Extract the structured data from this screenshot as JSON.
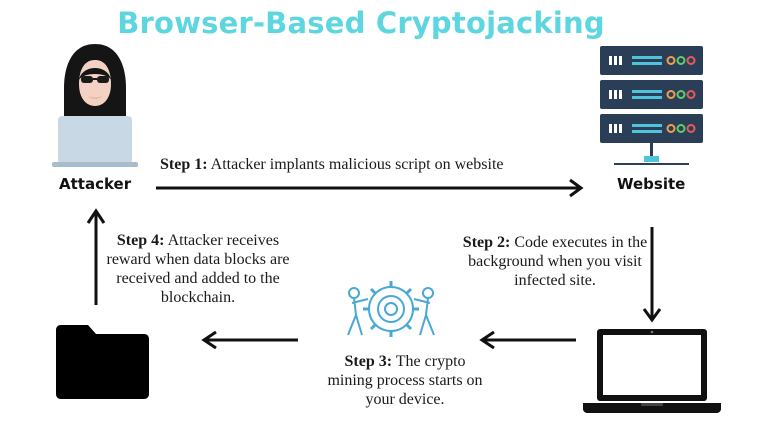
{
  "title": "Browser-Based Cryptojacking",
  "nodes": {
    "attacker": {
      "label": "Attacker",
      "icon": "hooded-hacker-icon"
    },
    "website": {
      "label": "Website",
      "icon": "server-rack-icon"
    },
    "device": {
      "icon": "laptop-icon"
    },
    "mining": {
      "icon": "gear-teamwork-icon"
    },
    "folder": {
      "icon": "folder-icon"
    }
  },
  "steps": [
    {
      "id": "step-1",
      "label": "Step 1:",
      "text": " Attacker implants malicious script on website"
    },
    {
      "id": "step-2",
      "label": "Step 2:",
      "text": " Code executes in the background when you visit infected site."
    },
    {
      "id": "step-3",
      "label": "Step 3:",
      "text": " The crypto mining process starts on your device."
    },
    {
      "id": "step-4",
      "label": "Step 4:",
      "text": " Attacker receives reward when data blocks are received and added to the blockchain."
    }
  ],
  "colors": {
    "title": "#5ed6e0",
    "server": "#2b3e57",
    "server_line": "#4fc3d9",
    "gear": "#4aa8d6",
    "hood": "#151515",
    "laptop_screen": "#bfd6e8"
  }
}
